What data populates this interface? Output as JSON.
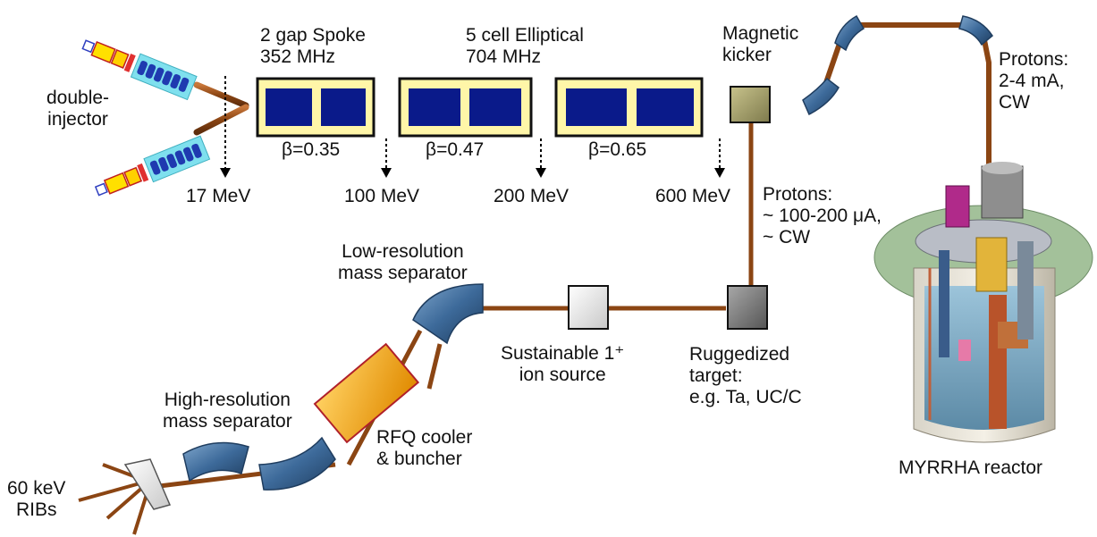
{
  "injector": {
    "label_line1": "double-",
    "label_line2": "injector"
  },
  "sections": {
    "spoke": {
      "line1": "2 gap Spoke",
      "line2": "352 MHz",
      "beta": "β=0.35"
    },
    "elliptical": {
      "line1": "5 cell Elliptical",
      "line2": "704 MHz",
      "beta": "β=0.47"
    },
    "high_beta": {
      "beta": "β=0.65"
    }
  },
  "energies": [
    "17 MeV",
    "100 MeV",
    "200 MeV",
    "600 MeV"
  ],
  "kicker": {
    "line1": "Magnetic",
    "line2": "kicker"
  },
  "protons_reactor": {
    "line1": "Protons:",
    "line2": "2-4 mA,",
    "line3": "CW"
  },
  "protons_target": {
    "line1": "Protons:",
    "line2": "~ 100-200 μA,",
    "line3": "~ CW"
  },
  "low_res": {
    "line1": "Low-resolution",
    "line2": "mass separator"
  },
  "ion_source": {
    "line1": "Sustainable 1⁺",
    "line2": "ion source"
  },
  "target": {
    "line1": "Ruggedized",
    "line2": "target:",
    "line3": "e.g. Ta,  UC/C"
  },
  "high_res": {
    "line1": "High-resolution",
    "line2": "mass separator"
  },
  "rfq": {
    "line1": "RFQ cooler",
    "line2": "& buncher"
  },
  "output": {
    "line1": "60 keV",
    "line2": "RIBs"
  },
  "reactor": {
    "label": "MYRRHA reactor"
  },
  "colors": {
    "beamline": "#8b4513",
    "cavity_frame": "#fff6a8",
    "cavity_cell": "#0a1a8a",
    "magnet": "#3d6a9a",
    "kicker": "#a09b68",
    "ion_source": "#eeeeee",
    "target": "#7d7d7d",
    "rfq": "#f5a31a"
  }
}
